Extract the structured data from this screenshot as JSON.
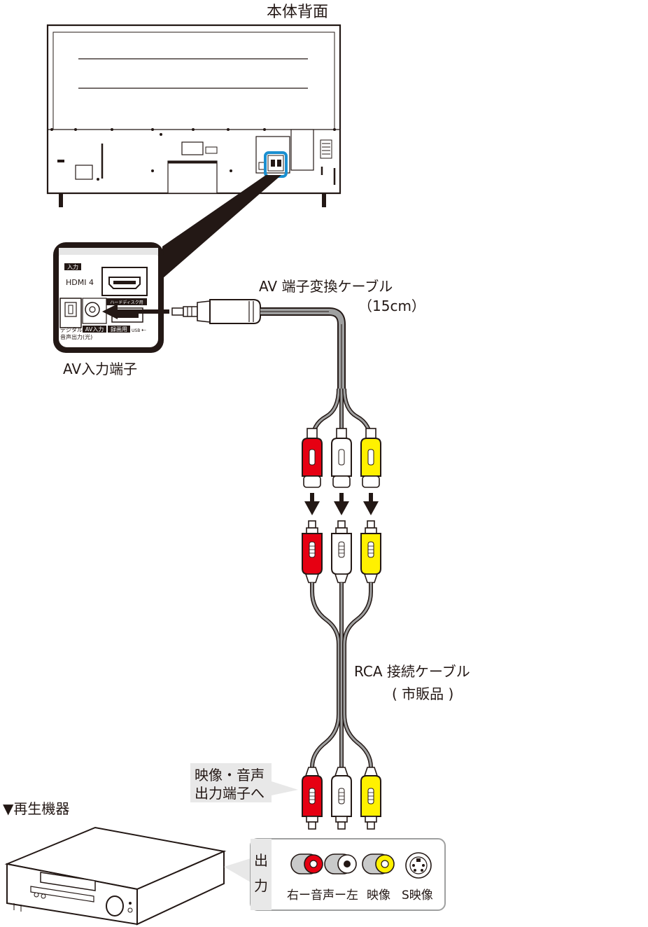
{
  "labels": {
    "tv_back": "本体背面",
    "av_cable": "AV 端子変換ケーブル",
    "av_cable_len": "（15cm）",
    "av_input": "AV入力端子",
    "rca_cable": "RCA 接続ケーブル",
    "rca_market": "( 市販品 )",
    "callout_line1": "映像・音声",
    "callout_line2": "出力端子へ",
    "player": "▼再生機器",
    "out_1": "出",
    "out_2": "力",
    "jack_audio": "右ー音声ー左",
    "jack_video": "映像",
    "jack_svideo": "S映像"
  },
  "panel": {
    "input": "入力",
    "hdmi4": "HDMI 4",
    "hdd": "ハードディスク用",
    "digital_1": "デジタル",
    "digital_2": "音声出力(光)",
    "av_in": "AV入力",
    "rec": "録画用",
    "usb": "USB"
  },
  "colors": {
    "highlight": "#1a8fd0",
    "red_plug": "#e60012",
    "white_plug": "#ffffff",
    "yellow_plug": "#fff100",
    "callout_bg": "#e8e8e8",
    "stroke": "#231815"
  }
}
